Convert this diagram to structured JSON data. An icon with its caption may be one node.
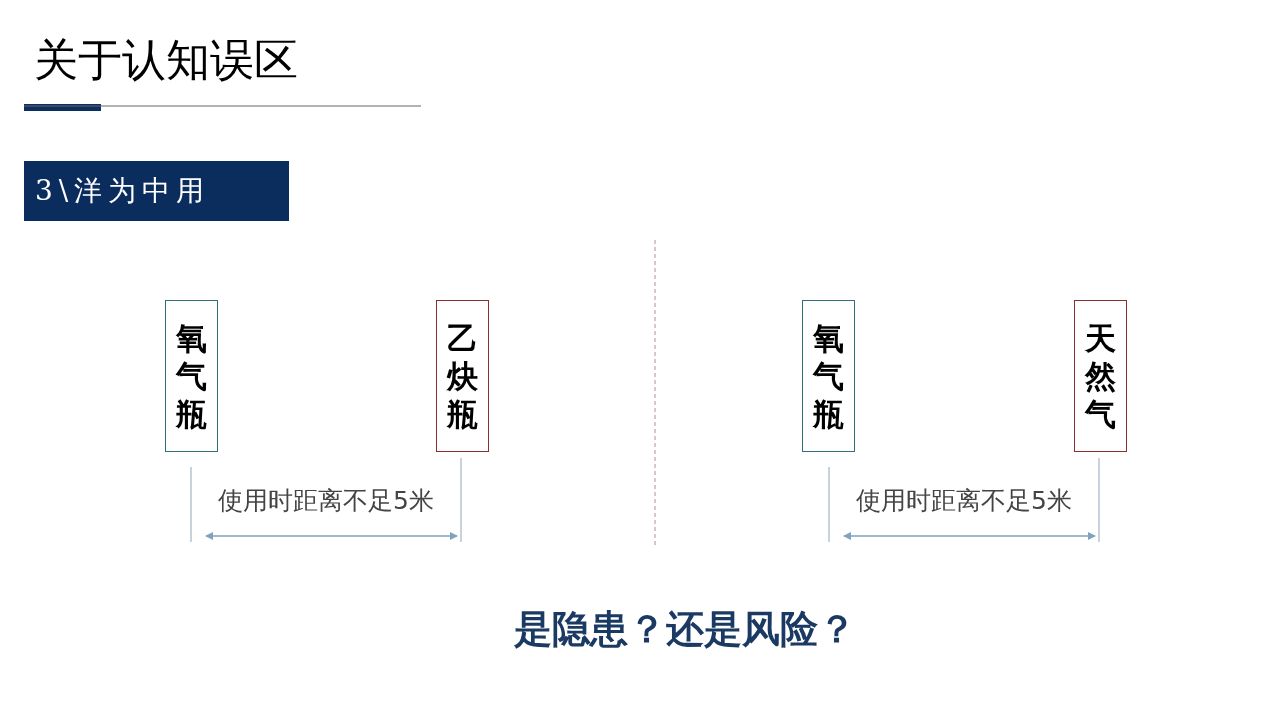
{
  "diagram": {
    "title": "关于认知误区",
    "nodes": [
      {
        "text": [
          "氧气瓶"
        ]
      },
      {
        "text": [
          "乙炔瓶"
        ]
      },
      {
        "text": [
          "氧气瓶"
        ]
      },
      {
        "text": [
          "天然气"
        ]
      }
    ],
    "labels": [
      "3\\洋为中用",
      "使用时距离不足5米",
      "使用时距离不足5米",
      "是隐患？还是风险？"
    ]
  }
}
